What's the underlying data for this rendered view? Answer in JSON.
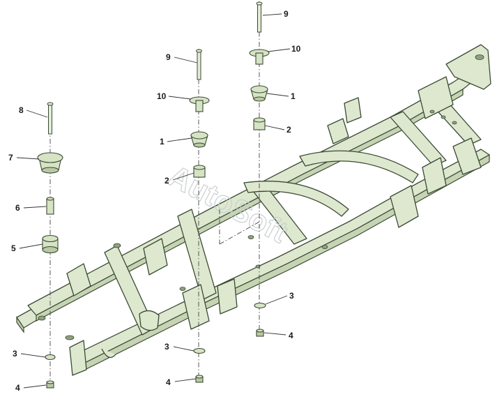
{
  "watermark": "AutoSoft",
  "callouts": {
    "c9_right": "9",
    "c10_right": "10",
    "c1_right": "1",
    "c2_right": "2",
    "c9_mid": "9",
    "c10_mid": "10",
    "c1_mid": "1",
    "c2_mid": "2",
    "c8_left": "8",
    "c7_left": "7",
    "c6_left": "6",
    "c5_left": "5",
    "c3_left": "3",
    "c4_left": "4",
    "c3_mid": "3",
    "c4_mid": "4",
    "c3_right": "3",
    "c4_right": "4"
  }
}
